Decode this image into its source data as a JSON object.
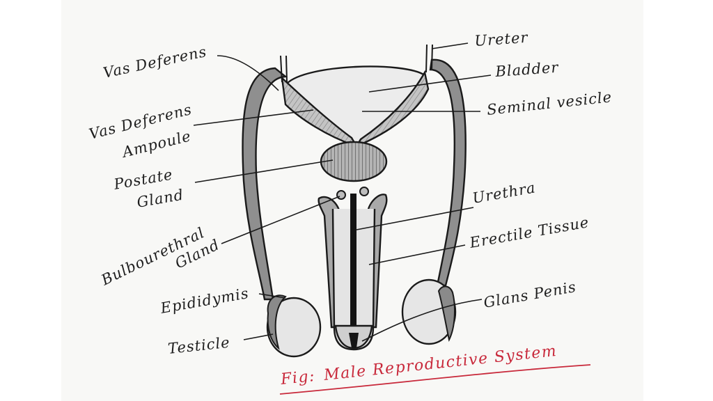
{
  "colors": {
    "ink": "#1a1a1a",
    "caption": "#c8283a",
    "paper": "#f8f8f6",
    "shade_light": "#cfcfcf",
    "shade_mid": "#9d9d9d",
    "shade_dark": "#6e6e6e"
  },
  "labels": {
    "vas_deferens": "Vas Deferens",
    "vas_deferens_ampoule_line1": "Vas Deferens",
    "vas_deferens_ampoule_line2": "Ampoule",
    "prostate_line1": "Postate",
    "prostate_line2": "Gland",
    "bulbourethral_line1": "Bulbourethral",
    "bulbourethral_line2": "Gland",
    "epididymis": "Epididymis",
    "testicle": "Testicle",
    "ureter": "Ureter",
    "bladder": "Bladder",
    "seminal_vesicle": "Seminal vesicle",
    "urethra": "Urethra",
    "erectile_tissue": "Erectile Tissue",
    "glans_penis": "Glans Penis"
  },
  "caption": {
    "prefix": "Fig:",
    "title": "Male Reproductive System"
  }
}
